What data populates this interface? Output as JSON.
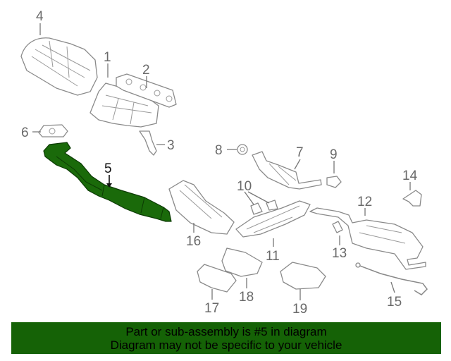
{
  "diagram": {
    "highlighted_part": "5",
    "highlight_color": "#1a6a0a",
    "callouts": [
      "1",
      "2",
      "3",
      "4",
      "5",
      "6",
      "7",
      "8",
      "9",
      "10",
      "11",
      "12",
      "13",
      "14",
      "15",
      "16",
      "17",
      "18",
      "19"
    ]
  },
  "banner": {
    "line1": "Part or sub-assembly is #5 in diagram",
    "line2": "Diagram may not be specific to your vehicle",
    "color": "#156206"
  }
}
